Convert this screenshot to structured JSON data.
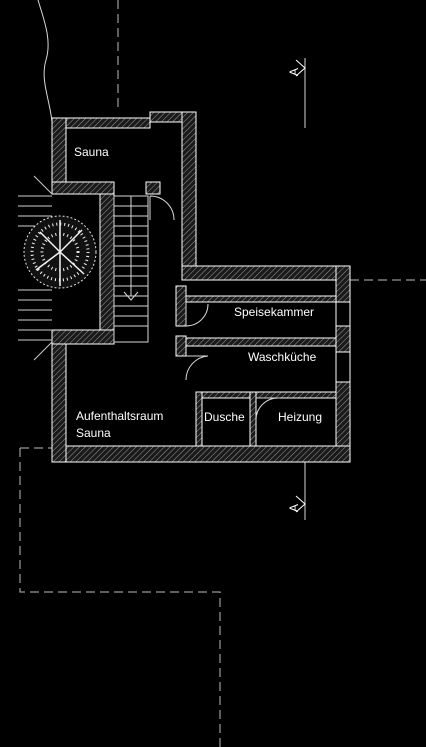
{
  "rooms": {
    "sauna": "Sauna",
    "speisekammer": "Speisekammer",
    "waschkueche": "Waschküche",
    "aufenthalt_line1": "Aufenthaltsraum",
    "aufenthalt_line2": "Sauna",
    "dusche": "Dusche",
    "heizung": "Heizung"
  },
  "section_marker_top": "A",
  "section_marker_bottom": "A",
  "colors": {
    "background": "#000000",
    "lines": "#ffffff",
    "dashed": "#bdbdbd"
  }
}
